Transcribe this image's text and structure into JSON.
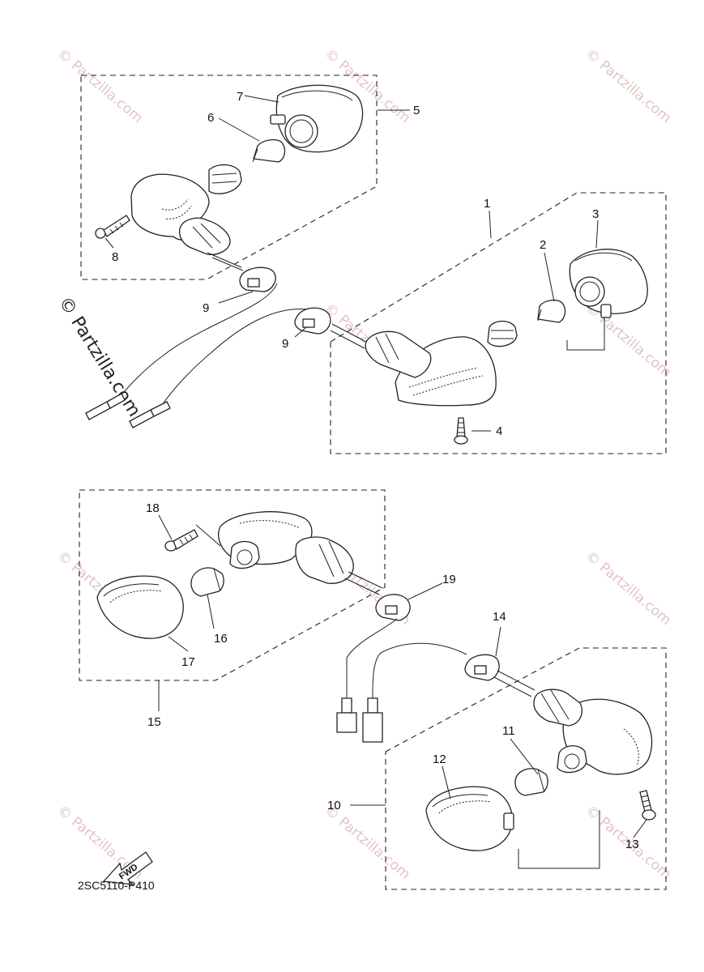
{
  "watermark": {
    "text": "© Partzilla.com",
    "color": "#e4c4c4"
  },
  "diagram_code": "2SC5110-P410",
  "fwd_label": "FWD",
  "callouts": {
    "c1": "1",
    "c2": "2",
    "c3": "3",
    "c4": "4",
    "c5": "5",
    "c6": "6",
    "c7": "7",
    "c8": "8",
    "c9a": "9",
    "c9b": "9",
    "c10": "10",
    "c11": "11",
    "c12": "12",
    "c13": "13",
    "c14": "14",
    "c15": "15",
    "c16": "16",
    "c17": "17",
    "c18": "18",
    "c19": "19"
  }
}
